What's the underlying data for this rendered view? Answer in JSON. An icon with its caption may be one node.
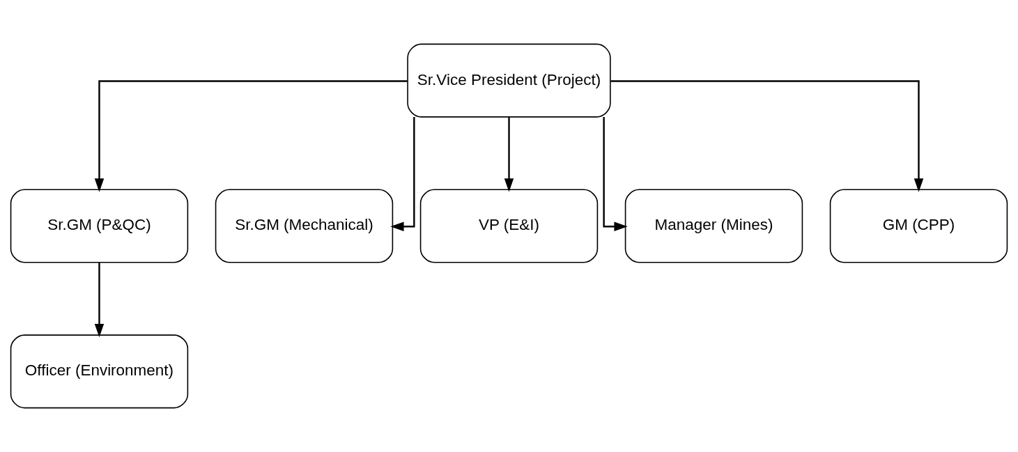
{
  "diagram": {
    "nodes": [
      {
        "text": [
          "Sr.Vice President (Project)"
        ]
      },
      {
        "text": [
          "Sr.GM (P&QC)"
        ]
      },
      {
        "text": [
          "Sr.GM (Mechanical)"
        ]
      },
      {
        "text": [
          "VP (E&I)"
        ]
      },
      {
        "text": [
          "Manager (Mines)"
        ]
      },
      {
        "text": [
          "GM (CPP)"
        ]
      },
      {
        "text": [
          "Officer (Environment)"
        ]
      }
    ],
    "edges": [
      {
        "from": 0,
        "to": 1,
        "arrow": "to"
      },
      {
        "from": 0,
        "to": 2,
        "arrow": "to"
      },
      {
        "from": 0,
        "to": 3,
        "arrow": "to"
      },
      {
        "from": 0,
        "to": 4,
        "arrow": "to"
      },
      {
        "from": 0,
        "to": 5,
        "arrow": "to"
      },
      {
        "from": 1,
        "to": 6,
        "arrow": "to"
      }
    ]
  }
}
